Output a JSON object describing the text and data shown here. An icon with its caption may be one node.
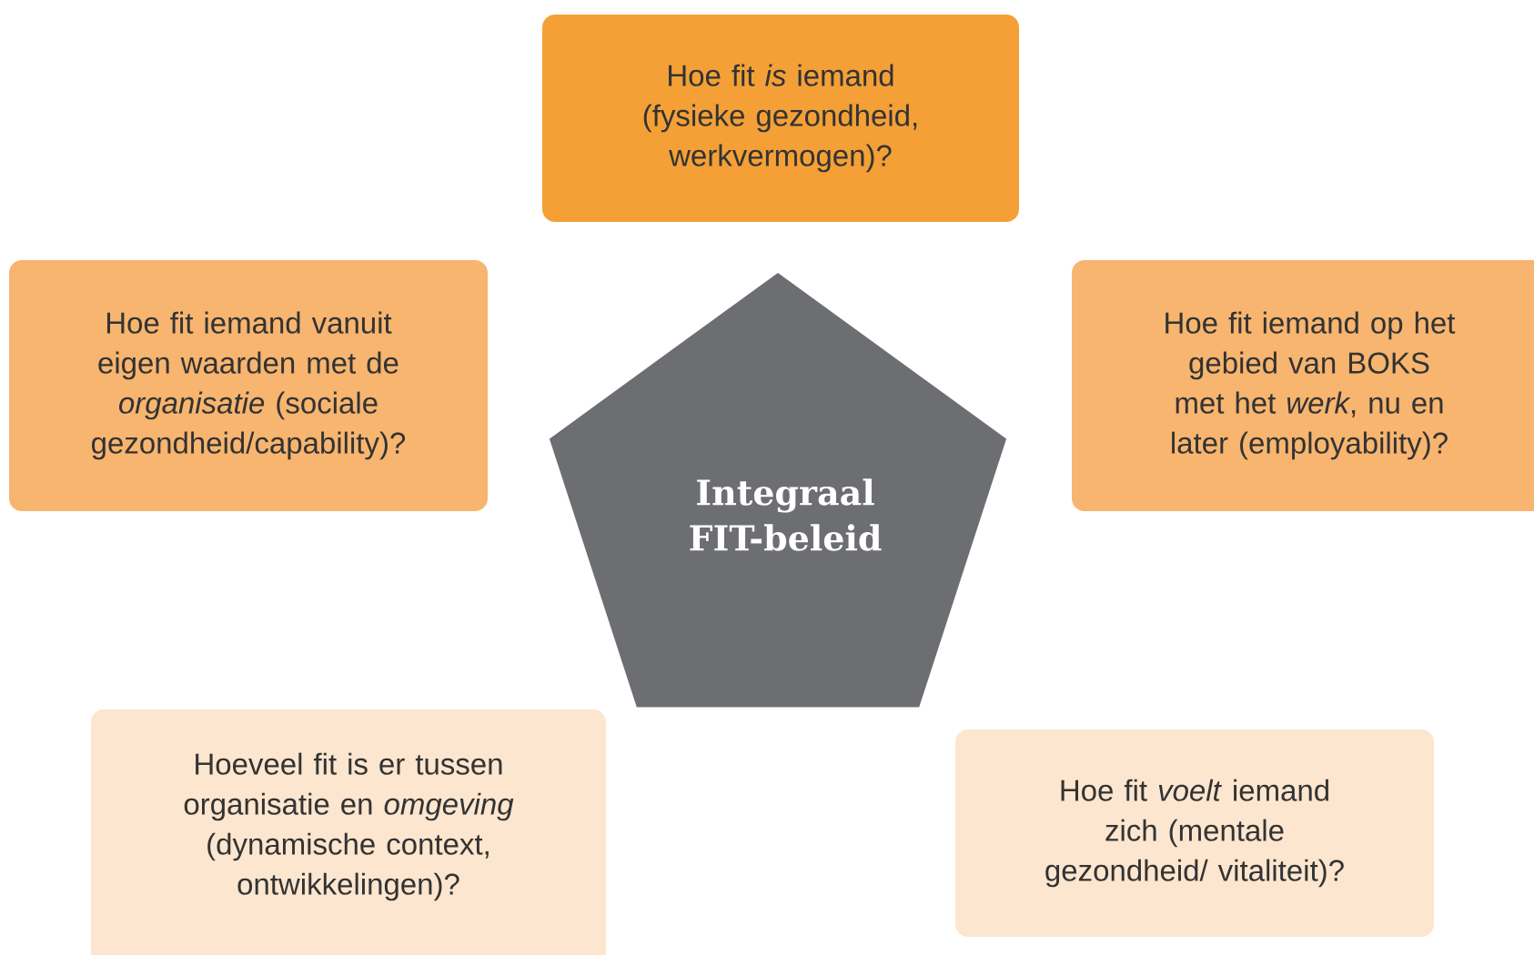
{
  "diagram": {
    "nodes": [
      {
        "text": [
          "Hoe fit *is* iemand (fysieke gezondheid, werkvermogen)?"
        ]
      },
      {
        "text": [
          "Hoe fit iemand vanuit eigen waarden met de *organisatie* (sociale gezondheid/capability)?"
        ]
      },
      {
        "text": [
          "Integraal FIT-beleid"
        ]
      },
      {
        "text": [
          "Hoe fit iemand op het gebied van BOKS met het *werk*, nu en later (employability)?"
        ]
      },
      {
        "text": [
          "Hoeveel fit is er tussen organisatie en *omgeving* (dynamische context, ontwikkelingen)?"
        ]
      },
      {
        "text": [
          "Hoe fit *voelt* iemand zich (mentale gezondheid/ vitaliteit)?"
        ]
      }
    ]
  }
}
